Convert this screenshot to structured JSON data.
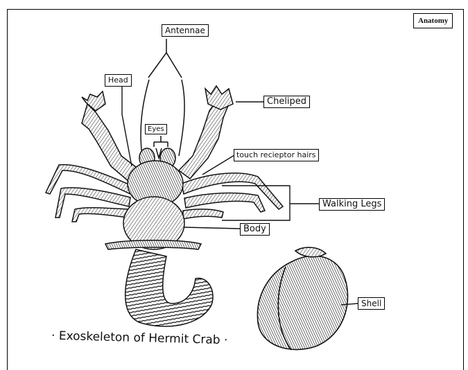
{
  "header": {
    "section_label": "Anatomy"
  },
  "labels": {
    "antennae": "Antennae",
    "head": "Head",
    "eyes": "Eyes",
    "cheliped": "Cheliped",
    "touch_receptor_hairs": "touch recieptor hairs",
    "walking_legs": "Walking Legs",
    "body": "Body",
    "shell": "Shell"
  },
  "caption": "· Exoskeleton of Hermit Crab ·",
  "colors": {
    "ink": "#111111",
    "background": "#ffffff"
  }
}
